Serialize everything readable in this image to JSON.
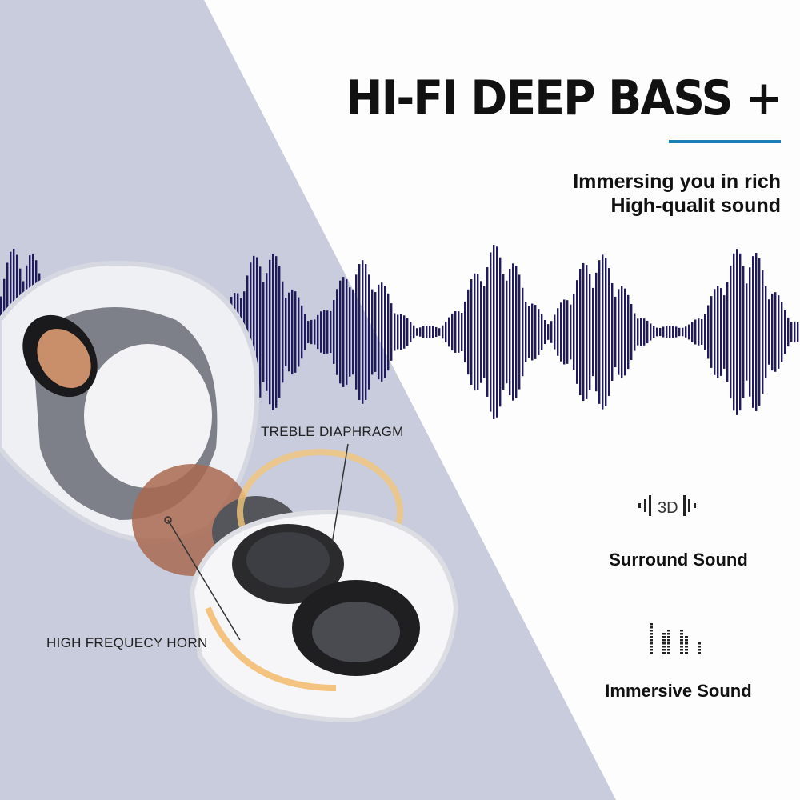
{
  "headline": "HI-FI DEEP BASS +",
  "subtitle": {
    "line1": "Immersing you in rich",
    "line2": "High-qualit sound"
  },
  "callouts": {
    "treble": "TREBLE DIAPHRAGM",
    "horn": "HIGH FREQUECY HORN"
  },
  "features": [
    {
      "icon": "3d-sound-icon",
      "icon_text": "3D",
      "label": "Surround Sound"
    },
    {
      "icon": "equalizer-icon",
      "label": "Immersive Sound"
    }
  ],
  "colors": {
    "accent": "#1f7fb5",
    "wave": "#1e1a5c",
    "panel": "#c8ccdc"
  }
}
